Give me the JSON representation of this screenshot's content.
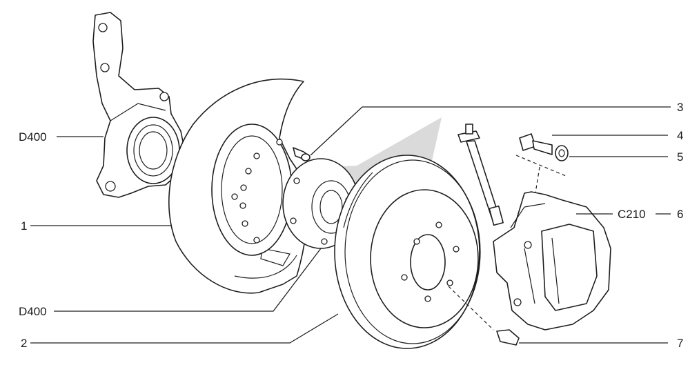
{
  "diagram": {
    "callouts": {
      "c1": "1",
      "c2": "2",
      "c3": "3",
      "c4": "4",
      "c5": "5",
      "c6": "6",
      "c7": "7"
    },
    "refs": {
      "d400_top": "D400",
      "d400_bottom": "D400",
      "c210": "C210"
    },
    "watermark": {
      "color": "#d6d6d6",
      "shape": "stripes-and-chevron-logo"
    },
    "line_color": "#1e1e1e"
  }
}
